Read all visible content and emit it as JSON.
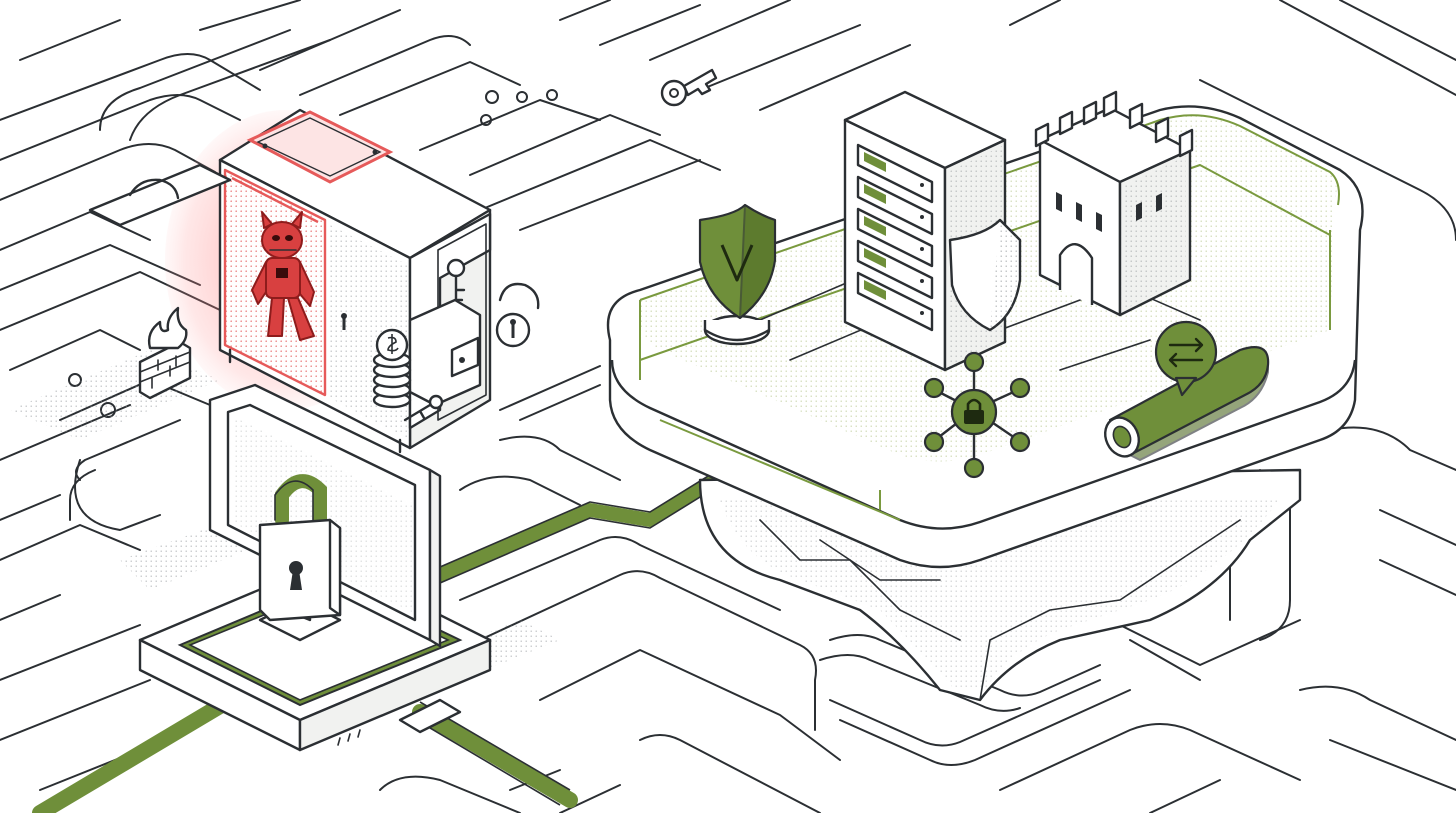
{
  "illustration": {
    "background_color": "#ffffff",
    "line_color": "#2b2f33",
    "accent_green": "#6f8f3a",
    "accent_green_dark": "#4f6b25",
    "accent_red": "#d84040",
    "secure_channel_color": "#6f8f3a",
    "objects": [
      {
        "name": "compromised-vault",
        "icon": "robot-icon",
        "status_color": "#d84040"
      },
      {
        "name": "locked-terminal",
        "icon": "padlock-icon"
      },
      {
        "name": "secure-platform",
        "icon": "floating-island"
      },
      {
        "name": "verified-shield",
        "icon": "shield-check-icon"
      },
      {
        "name": "server-rack",
        "icon": "server-icon"
      },
      {
        "name": "fortress-tower",
        "icon": "castle-icon"
      },
      {
        "name": "encryption-network-node",
        "icon": "lock-network-icon"
      },
      {
        "name": "encrypted-tunnel",
        "icon": "exchange-arrows-icon"
      },
      {
        "name": "firewall",
        "icon": "firewall-icon"
      },
      {
        "name": "access-key",
        "icon": "key-icon"
      }
    ]
  }
}
